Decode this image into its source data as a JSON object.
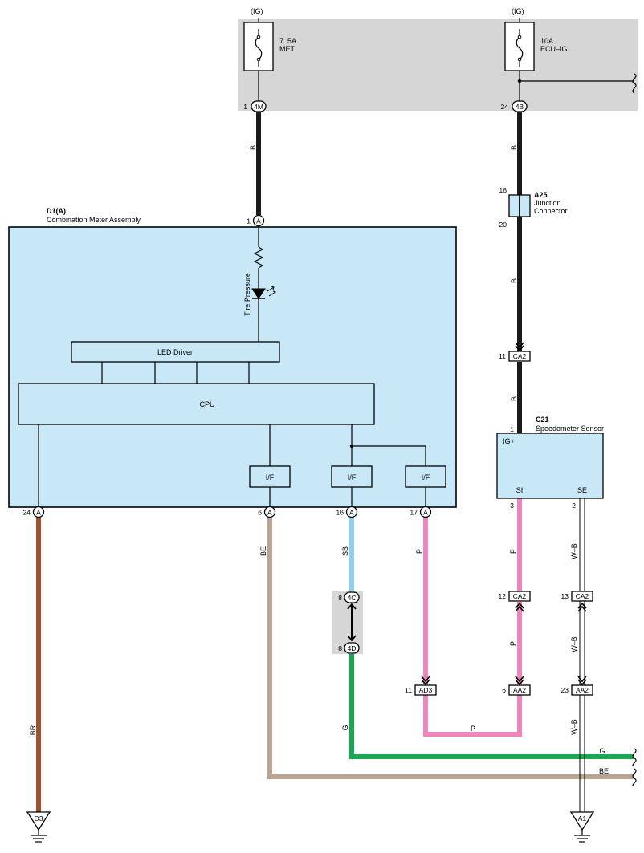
{
  "fuses": [
    {
      "supply": "(IG)",
      "rating": "7. 5A",
      "name": "MET"
    },
    {
      "supply": "(IG)",
      "rating": "10A",
      "name": "ECU–IG"
    }
  ],
  "jb_terminals": [
    {
      "pin": "1",
      "code": "4M"
    },
    {
      "pin": "24",
      "code": "4B"
    }
  ],
  "meter": {
    "id": "D1(A)",
    "name": "Combination Meter Assembly",
    "power_pin": "1",
    "pin_code": "A",
    "indicator": "Tire Pressure",
    "led_driver": "LED Driver",
    "cpu": "CPU",
    "interfaces": [
      "I/F",
      "I/F",
      "I/F"
    ],
    "bottom_pins": [
      "24",
      "6",
      "16",
      "17"
    ]
  },
  "junction": {
    "id": "A25",
    "line1": "Junction",
    "line2": "Connector",
    "pin_in": "16",
    "pin_out": "20"
  },
  "sensor": {
    "id": "C21",
    "name": "Speedometer Sensor",
    "ig_label": "IG+",
    "si_label": "SI",
    "se_label": "SE",
    "power_pin": "1",
    "si_pin": "3",
    "se_pin": "2"
  },
  "connectors": {
    "ca2_top": {
      "pin": "11",
      "code": "CA2"
    },
    "ca2_p": {
      "pin": "12",
      "code": "CA2"
    },
    "ca2_wb": {
      "pin": "13",
      "code": "CA2"
    },
    "jb_4c": {
      "pin": "8",
      "code": "4C"
    },
    "jb_4d": {
      "pin": "8",
      "code": "4D"
    },
    "ad3": {
      "pin": "11",
      "code": "AD3"
    },
    "aa2_p": {
      "pin": "6",
      "code": "AA2"
    },
    "aa2_wb": {
      "pin": "23",
      "code": "AA2"
    }
  },
  "wire_colors": {
    "b": "B",
    "br": "BR",
    "be": "BE",
    "sb": "SB",
    "p": "P",
    "g": "G",
    "wb": "W–B"
  },
  "grounds": {
    "left": "D3",
    "right": "A1"
  },
  "colors": {
    "black_wire": "#1a1a1a",
    "brown_wire": "#a0522d",
    "beige_wire": "#b9a48f",
    "skyblue_wire": "#8fd0ee",
    "pink_wire": "#ee86bd",
    "green_wire": "#1aa653",
    "component_fill": "#c8e8f8",
    "junction_block": "#d6d6d6"
  }
}
